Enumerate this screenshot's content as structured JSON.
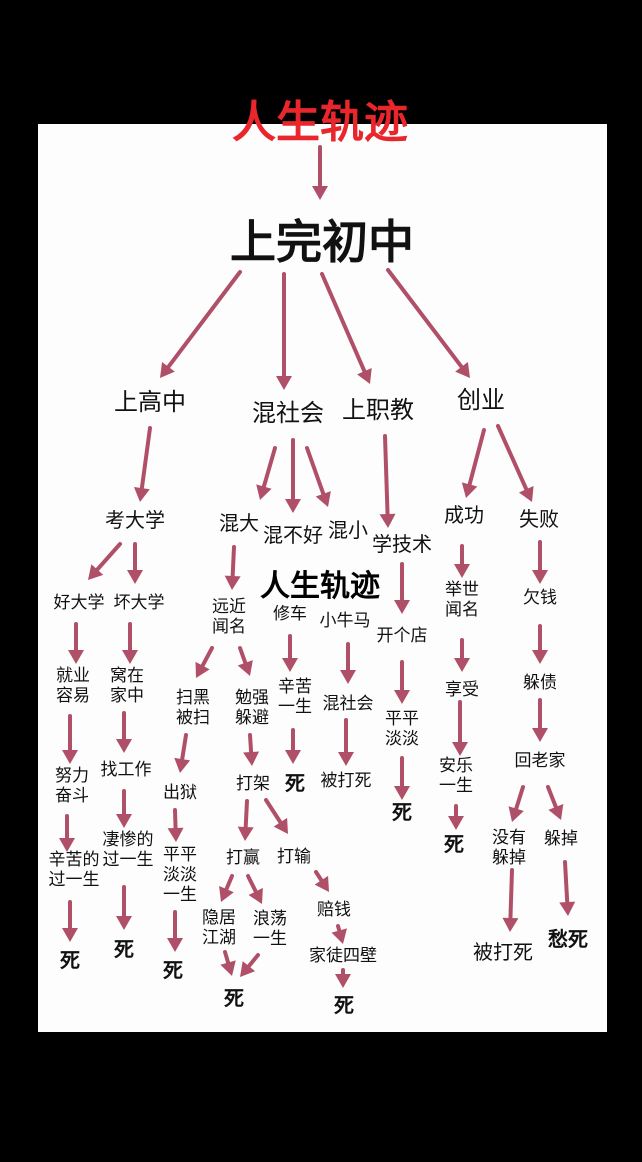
{
  "title": "人生轨迹",
  "overlay_title": "人生轨迹",
  "arrow_color": "#b05068",
  "title_color": "#e8262b",
  "nodes": {
    "root": "上完初中",
    "hs": "上高中",
    "hsh": "混社会",
    "vz": "上职教",
    "cy": "创业",
    "kdx": "考大学",
    "hdx": "混大",
    "hbh": "混不好",
    "hx": "混小",
    "xjs": "学技术",
    "cg": "成功",
    "sb": "失败",
    "hd": "好大学",
    "hud": "坏大学",
    "yj": "远近\n闻名",
    "xk": "修车",
    "xnm": "小牛马",
    "kgd": "开个店",
    "jsw": "举世\n闻名",
    "qq": "欠钱",
    "jy": "就业\n容易",
    "wz": "窝在\n家中",
    "sh": "扫黑\n被扫",
    "mq": "勉强\n躲避",
    "xk1": "辛苦\n一生",
    "hsh2": "混社会",
    "pd1": "平平\n淡淡",
    "xs": "享受",
    "dz": "躲债",
    "nl": "努力\n奋斗",
    "zgz": "找工作",
    "cy2": "出狱",
    "dj": "打架",
    "s1": "死",
    "bds1": "被打死",
    "s2": "死",
    "al": "安乐\n一生",
    "hlj": "回老家",
    "xk2": "辛苦的\n过一生",
    "cc": "凄惨的\n过一生",
    "pd2": "平平\n淡淡\n一生",
    "dy": "打赢",
    "ds": "打输",
    "s3": "死",
    "my": "没有\n躲掉",
    "dd": "躲掉",
    "yj2": "隐居\n江湖",
    "ld": "浪荡\n一生",
    "pq": "赔钱",
    "s4": "死",
    "s5": "死",
    "s6": "死",
    "jt": "家徒四壁",
    "bds2": "被打死",
    "cs": "愁死",
    "s7": "死",
    "s8": "死"
  }
}
